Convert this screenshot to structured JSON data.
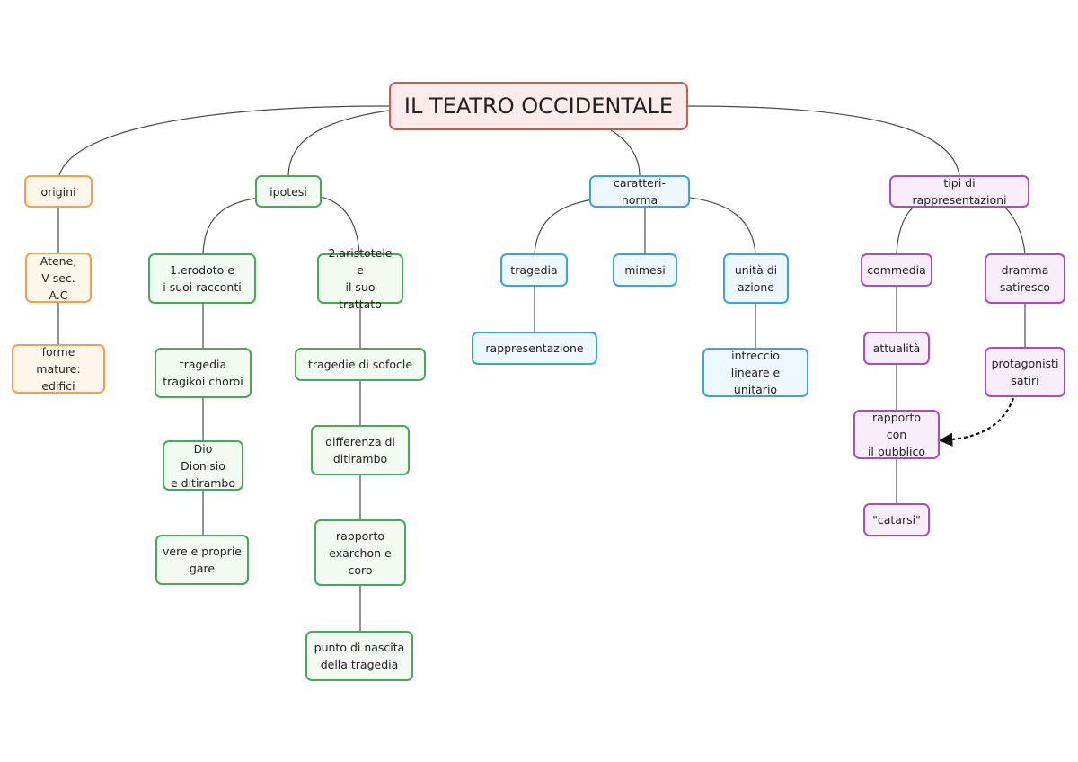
{
  "root": {
    "label": "IL TEATRO OCCIDENTALE"
  },
  "colors": {
    "orange": "#f2a14a",
    "green": "#46a85a",
    "blue": "#3aa2dd",
    "purple": "#a54fc0",
    "red": "#d9534f"
  },
  "branches": {
    "origini": {
      "label": "origini",
      "nodes": {
        "atene": "Atene,\nV sec. A.C",
        "forme": "forme mature:\nedifici"
      }
    },
    "ipotesi": {
      "label": "ipotesi",
      "erodoto": {
        "label": "1.erodoto e\ni suoi racconti",
        "nodes": {
          "tragedia_tragikoi": "tragedia\ntragikoi choroi",
          "dio_dionisio": "Dio Dionisio\ne ditirambo",
          "vere_gare": "vere e proprie\ngare"
        }
      },
      "aristotele": {
        "label": "2.aristotele e\nil suo trattato",
        "nodes": {
          "tragedie_sofocle": "tragedie di sofocle",
          "differenza": "differenza di\nditirambo",
          "rapporto_exarchon": "rapporto\nexarchon e\ncoro",
          "punto_nascita": "punto di nascita\ndella tragedia"
        }
      }
    },
    "caratteri": {
      "label": "caratteri-norma",
      "nodes": {
        "tragedia": "tragedia",
        "rappresentazione": "rappresentazione",
        "mimesi": "mimesi",
        "unita": "unità di\nazione",
        "intreccio": "intreccio\nlineare e unitario"
      }
    },
    "tipi": {
      "label": "tipi di rappresentazioni",
      "nodes": {
        "commedia": "commedia",
        "attualita": "attualità",
        "rapporto_pubblico": "rapporto con\nil pubblico",
        "catarsi": "\"catarsi\"",
        "dramma": "dramma\nsatiresco",
        "protagonisti": "protagonisti\nsatiri"
      }
    }
  }
}
